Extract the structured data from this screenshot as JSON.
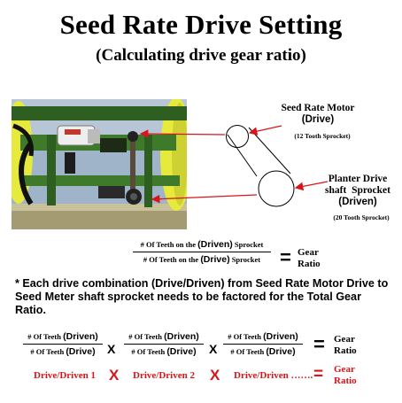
{
  "title": "Seed Rate Drive Setting",
  "subtitle": "(Calculating drive gear ratio)",
  "motor": {
    "name": "Seed Rate Motor",
    "role": "(Drive)",
    "teeth": "(12 Tooth Sprocket)"
  },
  "planter": {
    "name_line1": "Planter Drive",
    "name_line2": "shaft  Sprocket",
    "role": "(Driven)",
    "teeth": "(20 Tooth Sprocket)"
  },
  "formula": {
    "numerator_prefix": "# Of Teeth on the ",
    "numerator_role": "(Driven)",
    "numerator_suffix": " Sprocket",
    "denominator_prefix": "# Of Teeth on the ",
    "denominator_role": "(Drive)",
    "denominator_suffix": " Sprocket",
    "equals": "=",
    "result_line1": "Gear",
    "result_line2": "Ratio"
  },
  "note": "* Each drive combination (Drive/Driven) from Seed Rate Motor Drive to Seed Meter shaft sprocket needs to be factored for the Total Gear Ratio.",
  "combo": {
    "term_prefix": "# Of Teeth ",
    "term_num_role": "(Driven)",
    "term_den_role": "(Drive)",
    "times": "X",
    "equals": "=",
    "result_line1": "Gear",
    "result_line2": "Ratio",
    "red_labels": [
      "Drive/Driven 1",
      "Drive/Driven 2",
      "Drive/Driven ……."
    ],
    "red_times": "X",
    "red_equals": "=",
    "red_result_line1": "Gear",
    "red_result_line2": "Ratio"
  },
  "colors": {
    "red": "#d9141b",
    "tractor_green": "#3f7a2a",
    "tank_yellow": "#e5ea3c",
    "sky": "#9fb4c9"
  }
}
